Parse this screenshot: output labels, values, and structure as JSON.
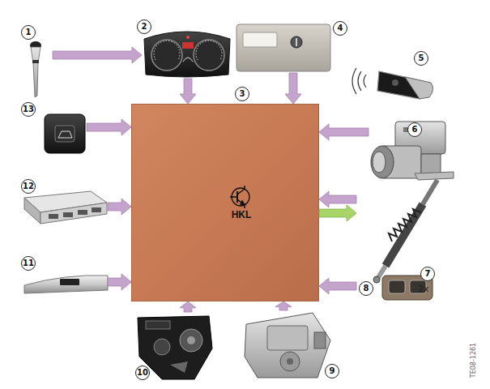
{
  "diagram": {
    "nodes": [
      {
        "text": [
          "1"
        ]
      },
      {
        "text": [
          "2"
        ]
      },
      {
        "text": [
          "3",
          "HKL"
        ]
      },
      {
        "text": [
          "4"
        ]
      },
      {
        "text": [
          "5"
        ]
      },
      {
        "text": [
          "13"
        ]
      },
      {
        "text": [
          "6"
        ]
      },
      {
        "text": [
          "12"
        ]
      },
      {
        "text": [
          "7"
        ]
      },
      {
        "text": [
          "11"
        ]
      },
      {
        "text": [
          "8"
        ]
      },
      {
        "text": [
          "10"
        ]
      },
      {
        "text": [
          "9"
        ]
      }
    ],
    "edges": [
      {
        "from": 0,
        "to": 1,
        "arrow": "to"
      },
      {
        "from": 1,
        "to": 2,
        "arrow": "to"
      },
      {
        "from": 3,
        "to": 2,
        "arrow": "to"
      },
      {
        "from": 5,
        "to": 2,
        "arrow": "to"
      },
      {
        "from": 6,
        "to": 2,
        "arrow": "to"
      },
      {
        "from": 7,
        "to": 2,
        "arrow": "to"
      },
      {
        "from": 8,
        "to": 2,
        "arrow": "to"
      },
      {
        "from": 2,
        "to": 8,
        "arrow": "to"
      },
      {
        "from": 9,
        "to": 2,
        "arrow": "to"
      },
      {
        "from": 10,
        "to": 2,
        "arrow": "to"
      },
      {
        "from": 11,
        "to": 2,
        "arrow": "to"
      },
      {
        "from": 12,
        "to": 2,
        "arrow": "to"
      }
    ],
    "labels": [
      "2x",
      "TE08-1261"
    ]
  }
}
